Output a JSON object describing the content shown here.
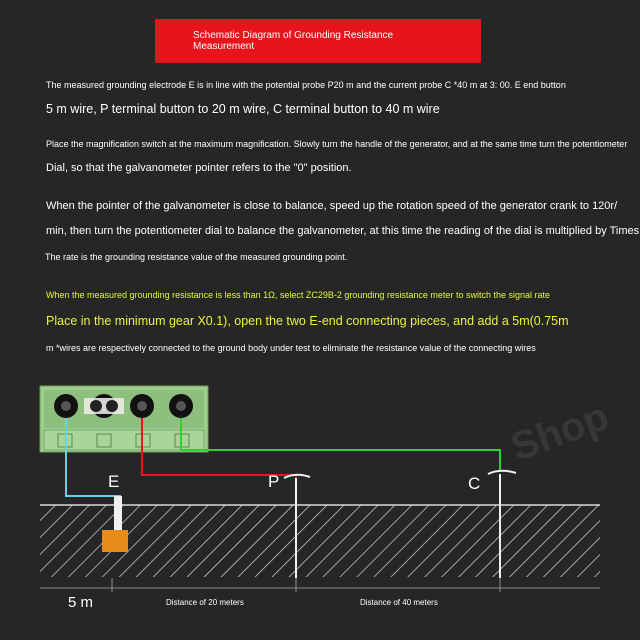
{
  "title": "Schematic Diagram of Grounding Resistance Measurement",
  "paragraphs": [
    {
      "text": "The measured grounding electrode E is in line with the potential probe P20 m and the current probe C *40 m at 3: 00. E end button",
      "style": "small"
    },
    {
      "text": "5 m wire, P terminal button to 20 m wire, C terminal button to 40 m wire",
      "style": "big"
    },
    {
      "text": "Place the magnification switch at the maximum magnification. Slowly turn the handle of the generator, and at the same time turn the potentiometer",
      "style": "small"
    },
    {
      "text": "Dial, so that the galvanometer pointer refers to the \"0\" position.",
      "style": "med"
    },
    {
      "text": "When the pointer of the galvanometer is close to balance, speed up the rotation speed of the generator crank to 120r/",
      "style": "med"
    },
    {
      "text": "min, then turn the potentiometer dial to balance the galvanometer, at this time the reading of the dial is multiplied by Times",
      "style": "med"
    },
    {
      "text": "The rate is the grounding resistance value of the measured grounding point.",
      "style": "small"
    },
    {
      "text": "When the measured grounding resistance is less than 1Ω, select ZC29B-2 grounding resistance meter to switch the signal rate",
      "style": "small yellow"
    },
    {
      "text": "Place in the minimum gear X0.1), open the two E-end connecting pieces, and add a 5m(0.75m",
      "style": "big yellow"
    },
    {
      "text": "m *wires are respectively connected to the ground body under test to eliminate the resistance value of the connecting wires",
      "style": "small"
    }
  ],
  "diagram": {
    "labels": {
      "e": "E",
      "p": "P",
      "c": "C"
    },
    "distance_5m": "5 m",
    "distance_20m": "Distance of 20 meters",
    "distance_40m": "Distance of 40 meters",
    "watermark": "Shop",
    "colors": {
      "e_wire": "#5fd3e8",
      "p_wire": "#e01b1b",
      "c_wire": "#2ed12e",
      "electrode": "#e98b1a",
      "meter": "#9fcf8f"
    }
  }
}
